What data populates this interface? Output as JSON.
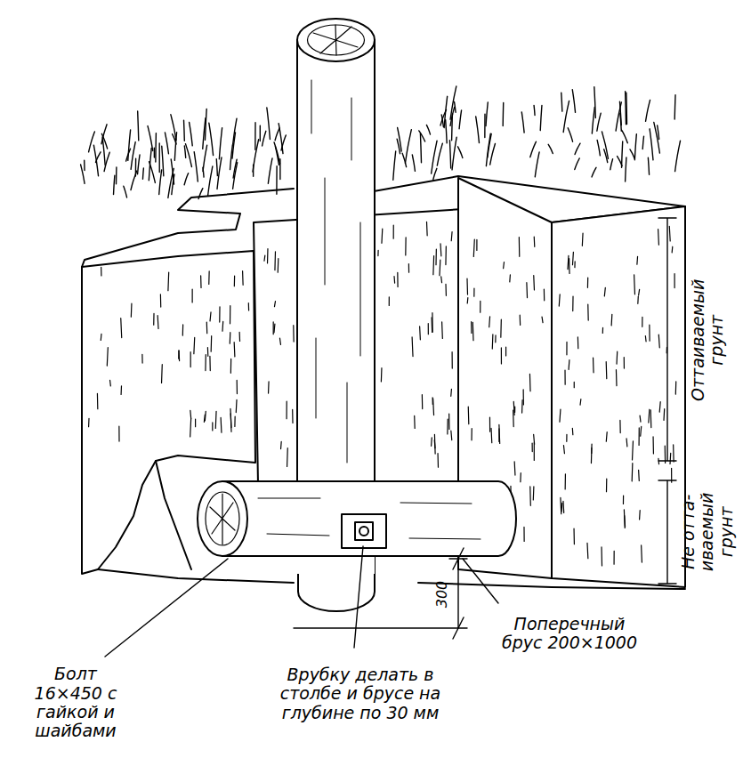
{
  "diagram": {
    "labels": [
      "Оттаиваемый грунт",
      "Не отта- иваемый грунт",
      "300",
      "Поперечный брус 200×1000",
      "Врубку делать в столбе и брусе на глубине по 30 мм",
      "Болт 16×450 с гайкой и шайбами"
    ]
  }
}
